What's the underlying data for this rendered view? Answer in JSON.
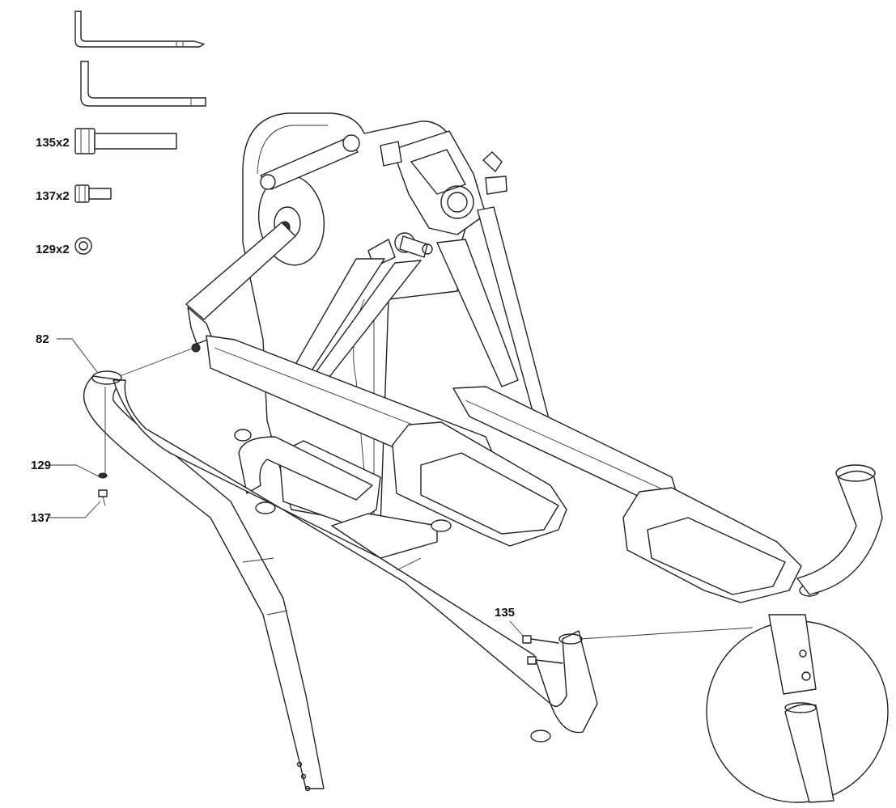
{
  "diagram": {
    "hardware_labels": [
      {
        "id": "bolt-135",
        "text": "135x2"
      },
      {
        "id": "bolt-137",
        "text": "137x2"
      },
      {
        "id": "washer-129",
        "text": "129x2"
      }
    ],
    "callouts": [
      {
        "id": "c82",
        "text": "82"
      },
      {
        "id": "c129",
        "text": "129"
      },
      {
        "id": "c137",
        "text": "137"
      },
      {
        "id": "c135",
        "text": "135"
      }
    ]
  }
}
